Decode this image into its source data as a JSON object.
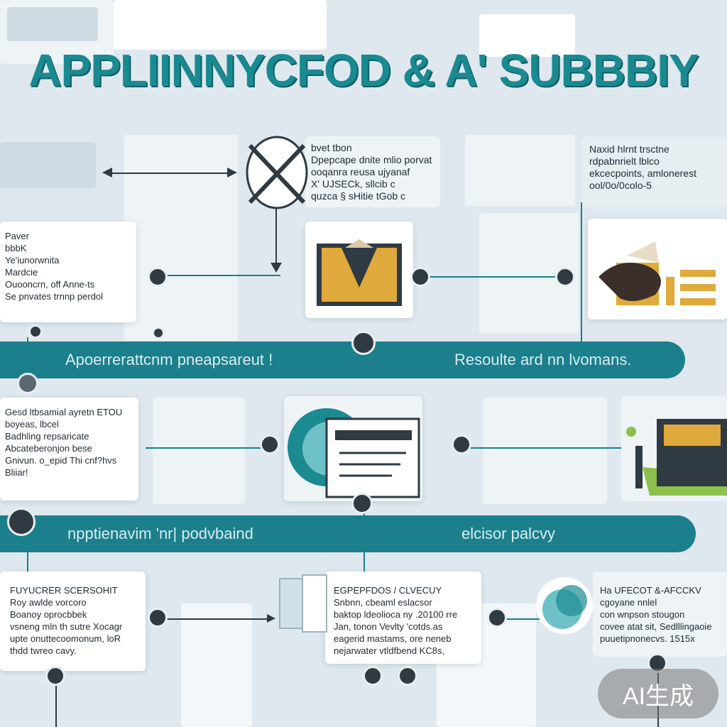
{
  "title": "APPLIINNYCFOD & A' SUBBBIY",
  "cards": {
    "top_center": "bvet tbon\nDpepcape dnite mlio porvat\nooqanra reusa ujyanaf\nX' UJSECk, sllcib c\nquzca § sHitie tGob c",
    "top_right": "Naxid hlrnt trsctne\nrdpabnrielt lblco\nekcecpoints, amlonerest\nool/0o/0colo-5",
    "left_upper": "Paver\nbbbK\nYe'iunorwnita\nMardcie\nOuooncrn, off Anne-ts\nSe pnvates trnnp perdol",
    "left_middle": "Gesd  ltbsamial ayretn ETOU\nboyeas, lbcel\nBadhling repsaricate\nAbcateberonjon bese\nGnivun. o_epid Thi cnf?hvs\nBliiar!",
    "bottom_left": "FUYUCRER SCERSOHIT\nRoy awlde vorcoro\nBoanoy oprocbbek\nvsneng mln th sutre Xocagr\nupte onuttecoomonum, loR\nthdd twreo cavy.",
    "bottom_center": "EGPEPFDOS / CLVECUY\nSnbnn, cbeaml eslacsor\nbaktop ldeolioca ny .20100 rre\nJan, tonon Vevlty 'cotds.as\neagerid mastams, ore neneb\nnejarwater vtldfbend KC8s,",
    "bottom_right": "Ha UFECOT &-AFCCKV\ncgoyane nnlel\ncon wnpson stougon\ncovee atat sit, Sedlllingaoie\npuuetipnonecvs.   1515x"
  },
  "bands": {
    "upper_left": "Apoerrerattcnm pneapsareut !",
    "upper_right": "Resoulte ard nn lvomans.",
    "lower_left": "npptienavim 'nr| podvbaind",
    "lower_right": "elcisor palcvy"
  },
  "badge": "AI生成",
  "colors": {
    "accent": "#1b7f8c",
    "title": "#1a8a91",
    "dark": "#2f3a42",
    "gold": "#e0a93b",
    "background": "#dfe8ee"
  },
  "icons": [
    "scissors-cross-icon",
    "folder-envelope-icon",
    "hand-gears-icon",
    "document-bubble-icon",
    "folder-pencil-icon",
    "bubble-globe-icon"
  ]
}
